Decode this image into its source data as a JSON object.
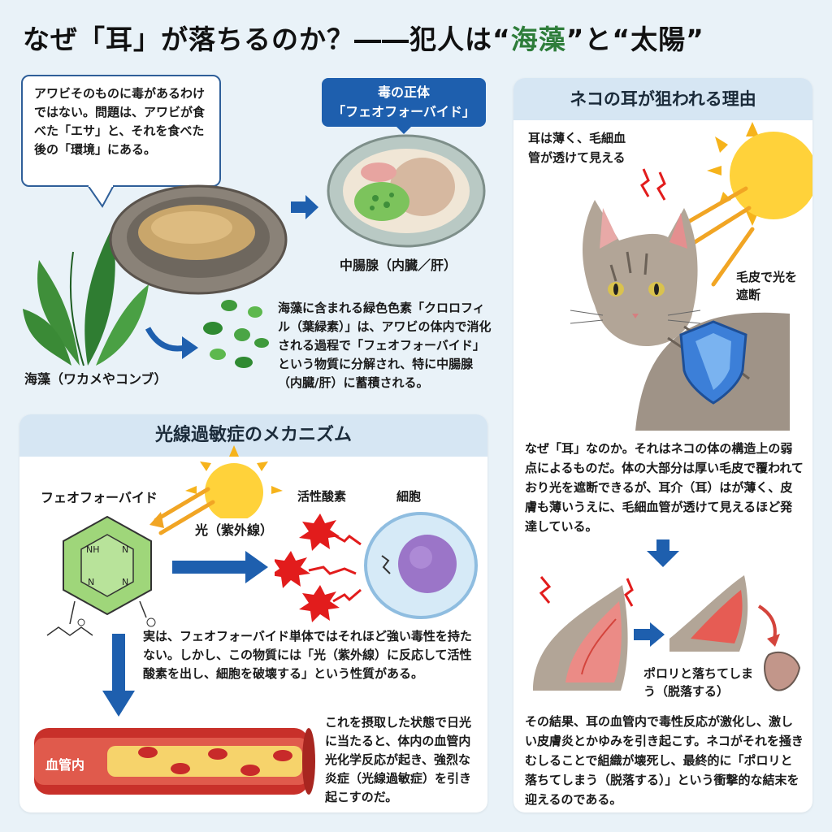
{
  "title": {
    "prefix": "なぜ「耳」が落ちるのか？――犯人は“",
    "seaweed": "海藻",
    "mid": "”と“",
    "sun": "太陽",
    "suffix": "”"
  },
  "intro": {
    "bubble": "アワビそのものに毒があるわけではない。問題は、アワビが食べた「エサ」と、それを食べた後の「環境」にある。",
    "toxin_badge_line1": "毒の正体",
    "toxin_badge_line2": "「フェオフォーバイド」",
    "gland_label": "中腸腺（内臓／肝）",
    "seaweed_label": "海藻（ワカメやコンブ）",
    "explanation": "海藻に含まれる緑色色素「クロロフィル（葉緑素）」は、アワビの体内で消化される過程で「フェオフォーバイド」という物質に分解され、特に中腸腺（内臓/肝）に蓄積される。"
  },
  "mechanism": {
    "header": "光線過敏症のメカニズム",
    "molecule_label": "フェオフォーバイド",
    "light_label": "光（紫外線）",
    "ros_label": "活性酸素",
    "cell_label": "細胞",
    "explanation": "実は、フェオフォーバイド単体ではそれほど強い毒性を持たない。しかし、この物質には「光（紫外線）に反応して活性酸素を出し、細胞を破壊する」という性質がある。",
    "vessel_label": "血管内",
    "vessel_text": "これを摂取した状態で日光に当たると、体内の血管内 光化学反応が起き、強烈な炎症（光線過敏症）を引き起こすのだ。"
  },
  "cat": {
    "header": "ネコの耳が狙われる理由",
    "ear_note": "耳は薄く、毛細血管が透けて見える",
    "fur_note": "毛皮で光を遮断",
    "explanation": "なぜ「耳」なのか。それはネコの体の構造上の弱点によるものだ。体の大部分は厚い毛皮で覆われており光を遮断できるが、耳介（耳）はが薄く、皮膚も薄いうえに、毛細血管が透けて見えるほど発達している。",
    "fall_label": "ポロリと落ちてしまう（脱落する）",
    "result": "その結果、耳の血管内で毒性反応が激化し、激しい皮膚炎とかゆみを引き起こす。ネコがそれを掻きむしることで組織が壊死し、最終的に「ポロリと落ちてしまう（脱落する）」という衝撃的な結末を迎えるのである。"
  }
}
